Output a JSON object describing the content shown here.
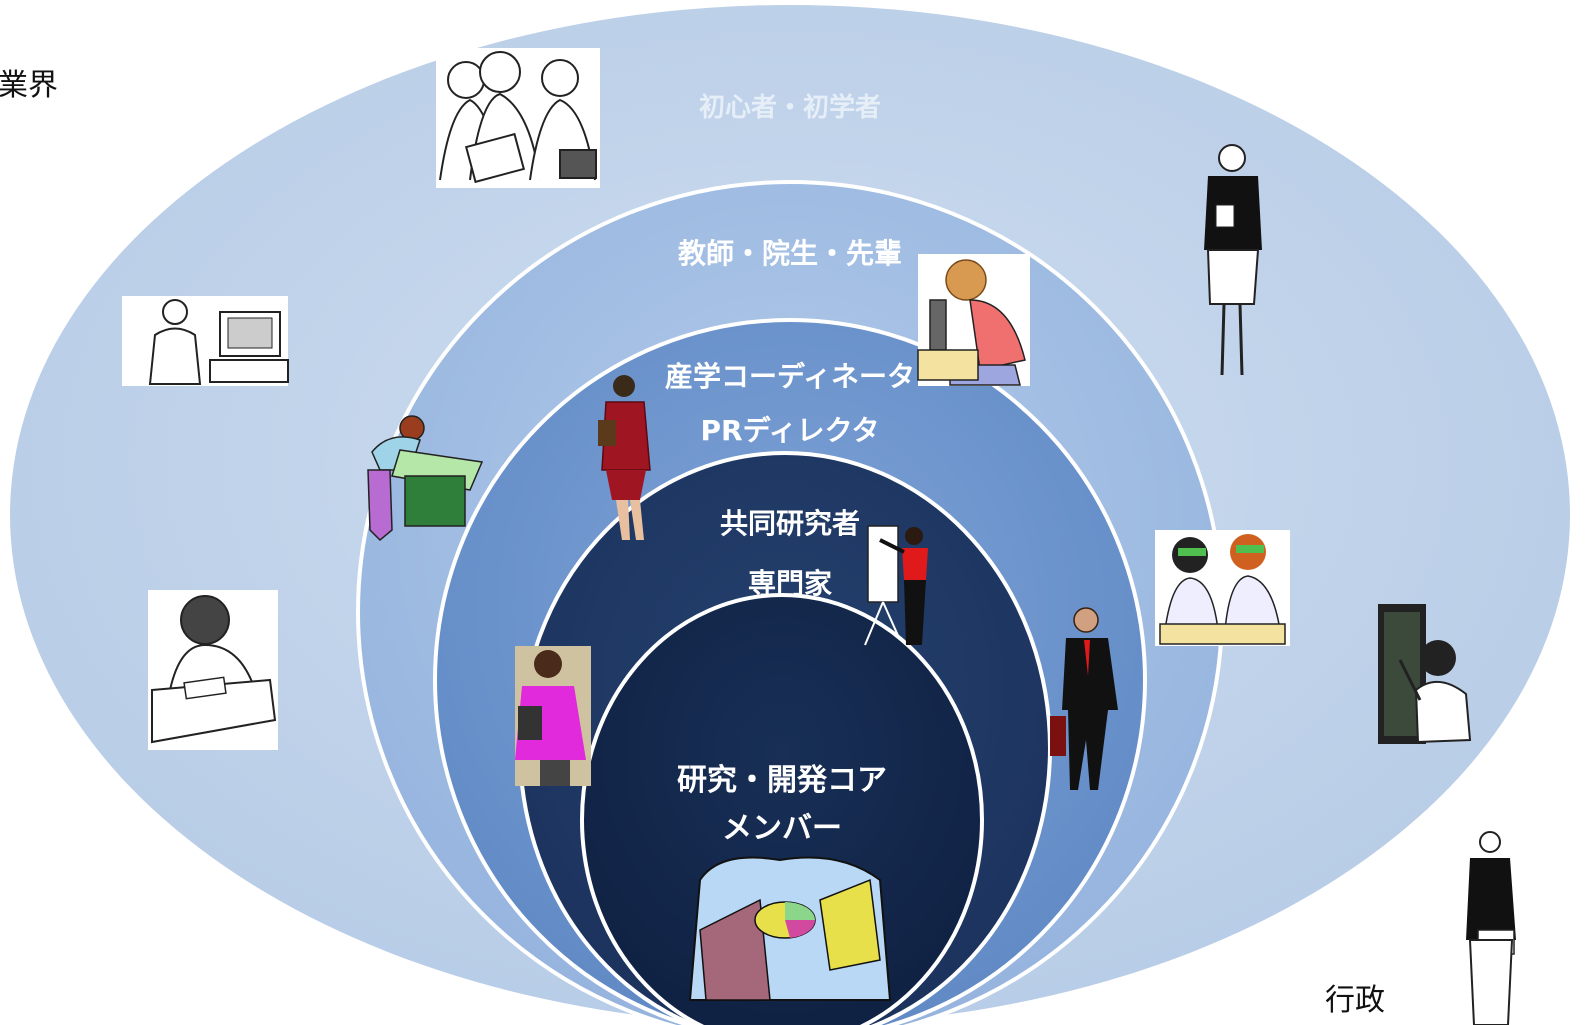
{
  "labels": {
    "sangyokai": "業界",
    "gyosei": "行政"
  },
  "rings": {
    "ring1": {
      "label": "初心者・初学者"
    },
    "ring2": {
      "label": "教師・院生・先輩"
    },
    "ring3": {
      "label_line1": "産学コーディネータ",
      "label_line2": "PRディレクタ"
    },
    "ring4": {
      "label_line1": "共同研究者",
      "label_line2": "専門家"
    },
    "ring5": {
      "label_line1": "研究・開発コア",
      "label_line2": "メンバー"
    }
  },
  "colors": {
    "ring1": "#c6d7ec",
    "ring2": "#a7c1e4",
    "ring3": "#6f97cf",
    "ring4": "#1e3762",
    "ring5": "#14284a",
    "divider": "#ffffff"
  }
}
